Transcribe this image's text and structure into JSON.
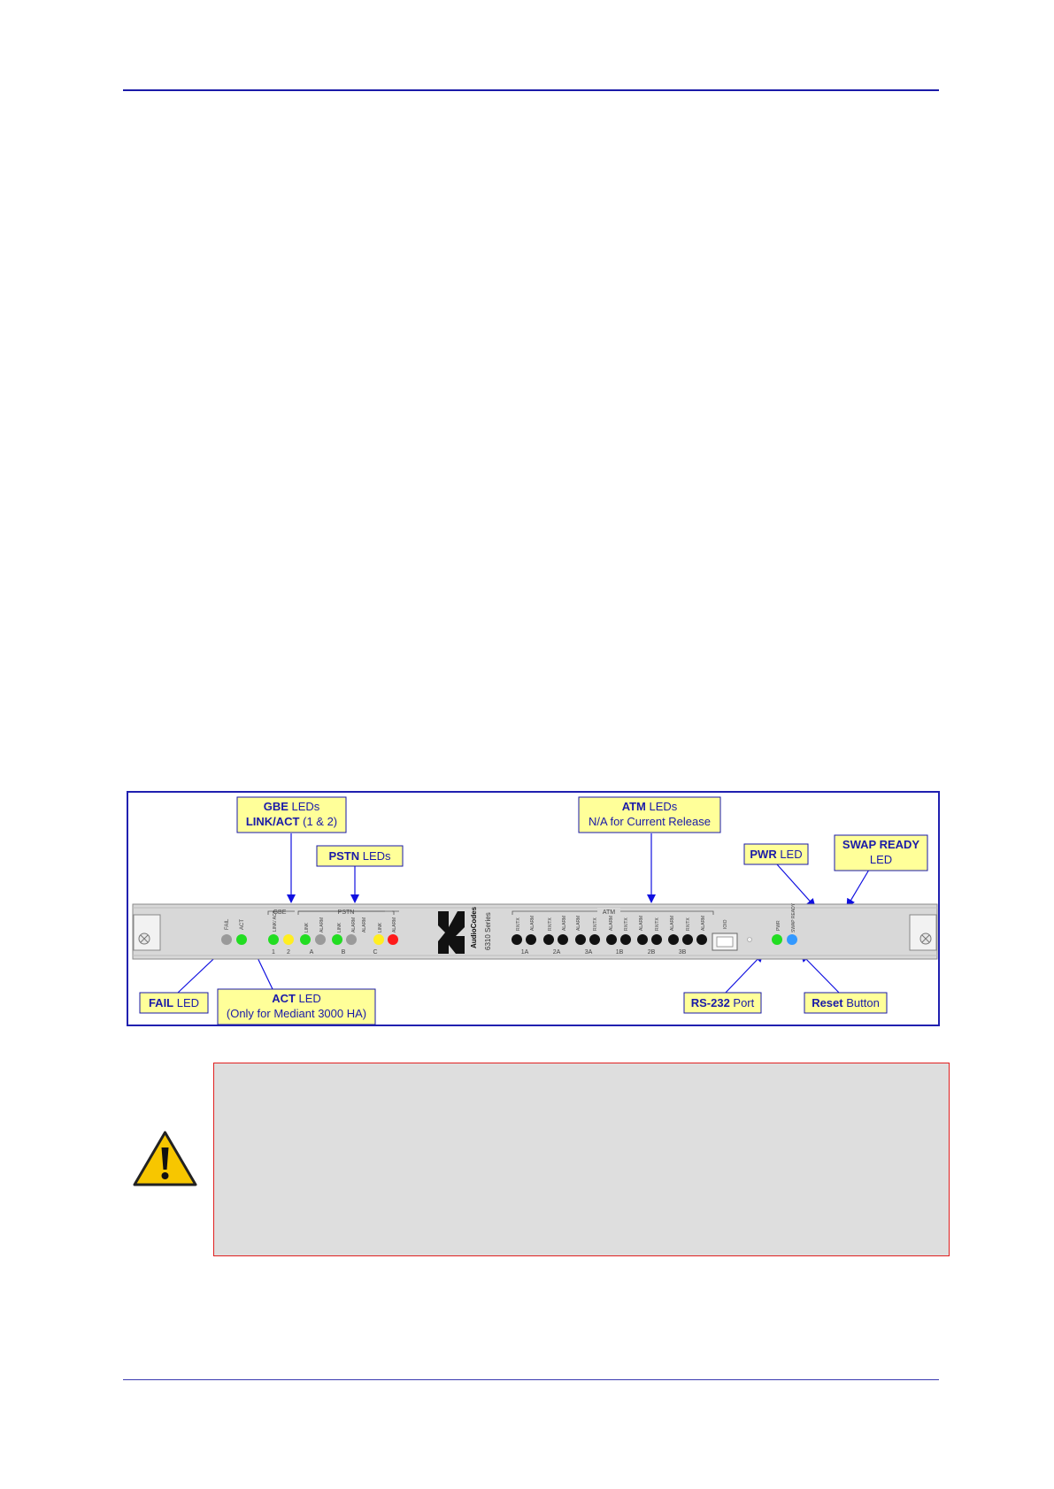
{
  "colors": {
    "rule": "#1a1aa8",
    "callout_fill": "#ffff99",
    "callout_text": "#1a1aa8",
    "arrow": "#1010e0",
    "panel": "#d8d8d8",
    "led_green": "#22dd22",
    "led_yellow": "#ffee22",
    "led_red": "#ff1a1a",
    "led_gray": "#9a9a9a",
    "led_blue": "#3399ff",
    "led_black": "#111111",
    "note_fill": "#dedede",
    "note_border": "#e02020"
  },
  "figure": {
    "callouts": {
      "gbe": {
        "bold": "GBE",
        "rest": " LEDs",
        "line2_bold": "LINK/ACT",
        "line2_rest": " (1 & 2)"
      },
      "pstn": {
        "bold": "PSTN",
        "rest": " LEDs"
      },
      "atm": {
        "bold": "ATM",
        "rest": " LEDs",
        "line2": "N/A for Current Release"
      },
      "pwr": {
        "bold": "PWR",
        "rest": " LED"
      },
      "swap": {
        "line1": "SWAP READY",
        "line2": "LED"
      },
      "fail": {
        "bold": "FAIL",
        "rest": " LED"
      },
      "act": {
        "bold": "ACT",
        "rest": " LED",
        "line2": "(Only for Mediant 3000 HA)"
      },
      "rs232": {
        "bold": "RS-232",
        "rest": " Port"
      },
      "reset": {
        "bold": "Reset",
        "rest": " Button"
      }
    },
    "panel": {
      "fail_label": "FAIL",
      "act_label": "ACT",
      "gbe_group": "GBE",
      "gbe_led_label": "LINK/ ACT",
      "gbe_numbers": [
        "1",
        "2"
      ],
      "pstn_group": "PSTN",
      "pstn_led_labels": [
        "LINK",
        "ALARM",
        "LINK",
        "ALARM",
        "ALARM",
        "LINK",
        "ALARM"
      ],
      "pstn_ports": [
        "A",
        "B",
        "C"
      ],
      "brand": "AudioCodes",
      "series": "6310 Series",
      "atm_group": "ATM",
      "atm_led_labels": [
        "RX/TX",
        "ALARM",
        "RX/TX",
        "ALARM",
        "ALARM",
        "RX/TX",
        "ALARM",
        "RX/TX",
        "ALARM",
        "RX/TX",
        "ALARM",
        "RX/TX",
        "ALARM"
      ],
      "atm_ports": [
        "1A",
        "2A",
        "3A",
        "1B",
        "2B",
        "3B"
      ],
      "ioio_label": "IOIO",
      "pwr_label": "PWR",
      "swap_label": "SWAP READY"
    }
  },
  "note": {
    "icon": "warning-triangle-icon"
  }
}
